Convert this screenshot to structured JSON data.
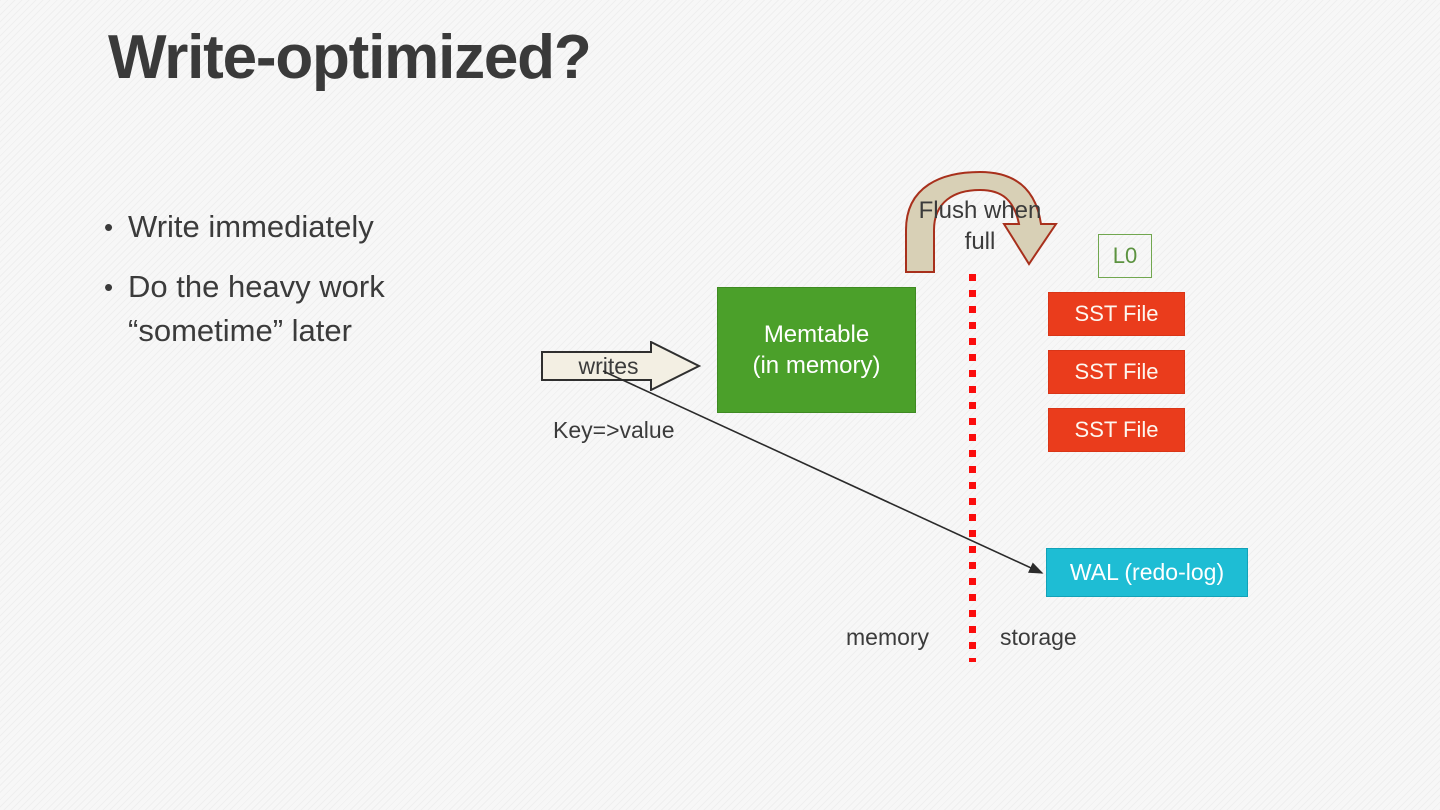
{
  "slide": {
    "title": "Write-optimized?",
    "bullets": [
      {
        "marker": "•",
        "text": "Write immediately"
      },
      {
        "marker": "•",
        "text": "Do the heavy work “sometime” later"
      }
    ]
  },
  "diagram": {
    "writes_arrow_label": "writes",
    "key_value_label": "Key=>value",
    "memtable": {
      "line1": "Memtable",
      "line2": "(in memory)"
    },
    "flush_arrow_label": "Flush when full",
    "level_label": "L0",
    "sst_files": [
      "SST File",
      "SST File",
      "SST File"
    ],
    "wal_label": "WAL (redo-log)",
    "side_labels": {
      "left": "memory",
      "right": "storage"
    }
  },
  "colors": {
    "background": "#f7f7f7",
    "title_text": "#3a3a3a",
    "memtable_fill": "#4ba02a",
    "sst_fill": "#ea3c1c",
    "wal_fill": "#1ebdd4",
    "level_border": "#71a74f",
    "divider_dots": "#fb0d0d",
    "flush_arrow_fill": "#d8d0b6",
    "flush_arrow_stroke": "#a8301c",
    "writes_arrow_fill": "#f3efe3",
    "writes_arrow_stroke": "#2f2f2f"
  }
}
